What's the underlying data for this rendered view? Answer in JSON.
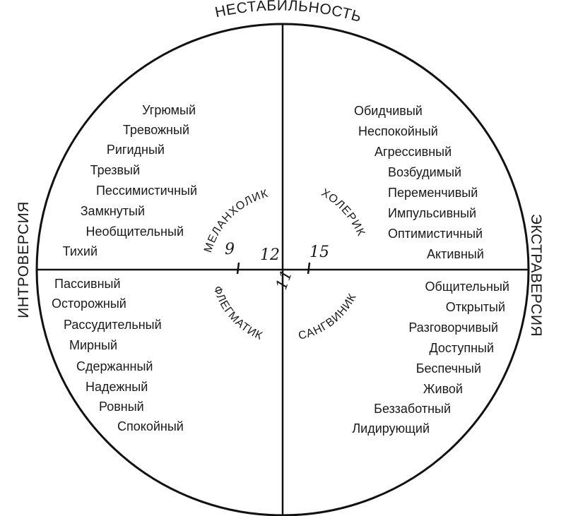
{
  "axes": {
    "top": "НЕСТАБИЛЬНОСТЬ",
    "left": "ИНТРОВЕРСИЯ",
    "right": "ЭКСТРАВЕРСИЯ"
  },
  "temperaments": {
    "melancholic": "МЕЛАНХОЛИК",
    "choleric": "ХОЛЕРИК",
    "phlegmatic": "ФЛЕГМАТИК",
    "sanguine": "САНГВИНИК"
  },
  "quadrants": {
    "top_left": [
      "Угрюмый",
      "Тревожный",
      "Ригидный",
      "Трезвый",
      "Пессимистичный",
      "Замкнутый",
      "Необщительный",
      "Тихий"
    ],
    "top_right": [
      "Обидчивый",
      "Неспокойный",
      "Агрессивный",
      "Возбудимый",
      "Переменчивый",
      "Импульсивный",
      "Оптимистичный",
      "Активный"
    ],
    "bottom_left": [
      "Пассивный",
      "Осторожный",
      "Рассудительный",
      "Мирный",
      "Сдержанный",
      "Надежный",
      "Ровный",
      "Спокойный"
    ],
    "bottom_right": [
      "Общительный",
      "Открытый",
      "Разговорчивый",
      "Доступный",
      "Беспечный",
      "Живой",
      "Беззаботный",
      "Лидирующий"
    ]
  },
  "scores": {
    "left": "9",
    "center_left": "12",
    "center_right": "15",
    "bottom": "11"
  }
}
